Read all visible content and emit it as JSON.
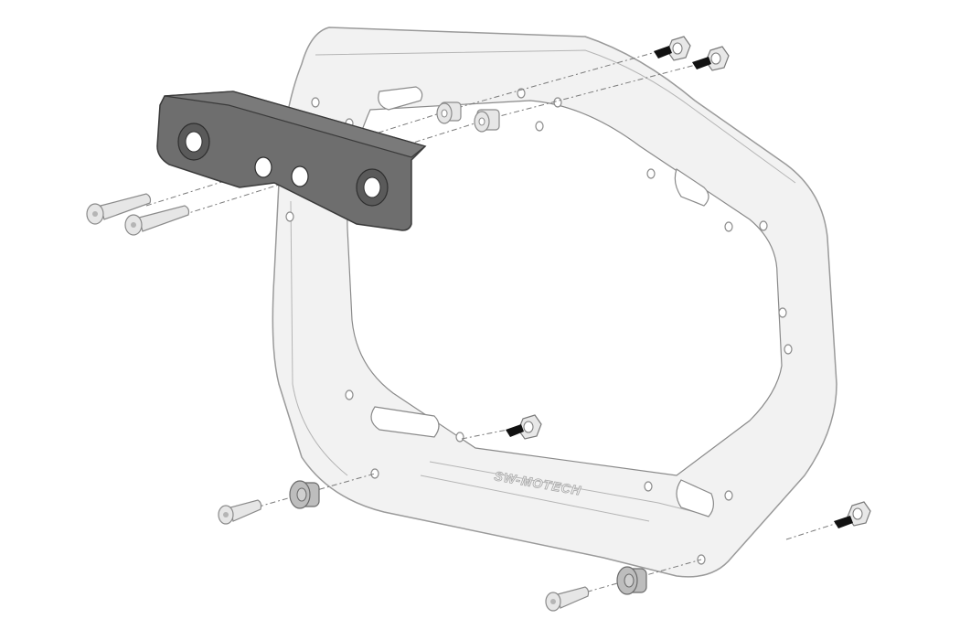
{
  "diagram": {
    "type": "exploded-assembly-view",
    "subject": "side carrier frame mounting kit",
    "frame_emboss_text": "SW-MOTECH",
    "components": [
      {
        "name": "side-carrier-frame",
        "color": "#f2f2f2"
      },
      {
        "name": "adapter-bracket",
        "color": "#6e6e6e",
        "holes": 4
      },
      {
        "name": "bolt",
        "count": 4
      },
      {
        "name": "hex-nut",
        "count": 4
      },
      {
        "name": "spacer",
        "count": 4
      }
    ],
    "arrow_color": "#111111",
    "line_color": "#7a7a7a"
  }
}
